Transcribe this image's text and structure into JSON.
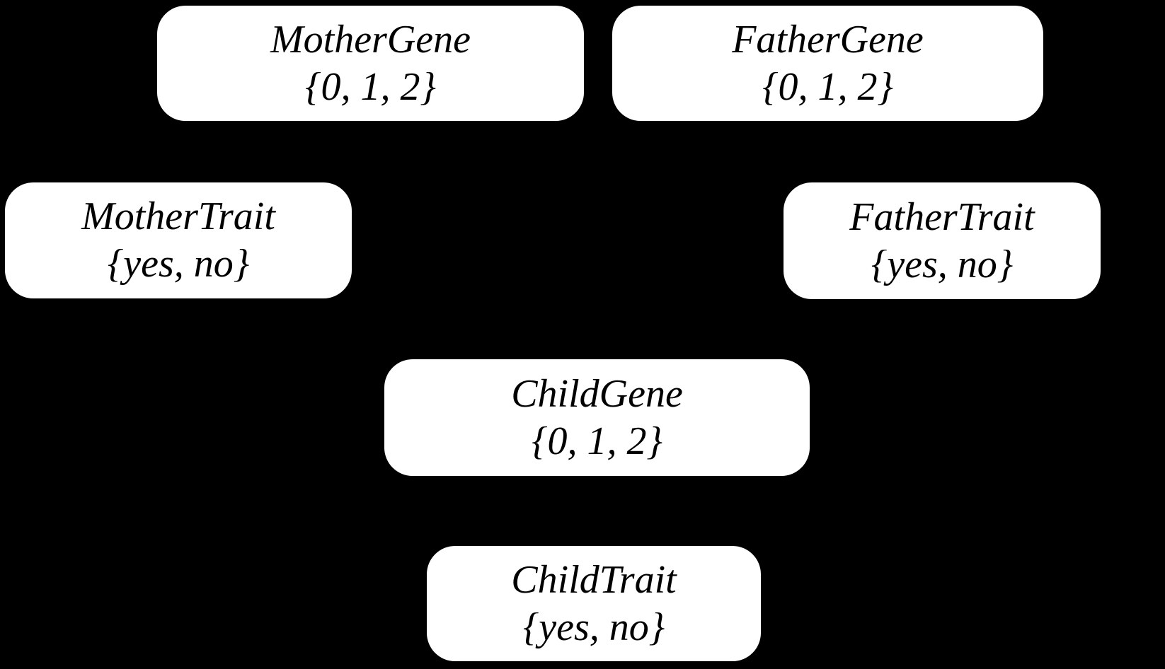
{
  "diagram": {
    "type": "bayesian-network",
    "background_color": "#000000",
    "node_fill_color": "#ffffff",
    "node_text_color": "#000000",
    "nodes": [
      {
        "id": "mother-gene",
        "label": "MotherGene",
        "values": [
          "0",
          "1",
          "2"
        ],
        "values_text": "{0, 1, 2}"
      },
      {
        "id": "father-gene",
        "label": "FatherGene",
        "values": [
          "0",
          "1",
          "2"
        ],
        "values_text": "{0, 1, 2}"
      },
      {
        "id": "mother-trait",
        "label": "MotherTrait",
        "values": [
          "yes",
          "no"
        ],
        "values_text": "{yes, no}"
      },
      {
        "id": "father-trait",
        "label": "FatherTrait",
        "values": [
          "yes",
          "no"
        ],
        "values_text": "{yes, no}"
      },
      {
        "id": "child-gene",
        "label": "ChildGene",
        "values": [
          "0",
          "1",
          "2"
        ],
        "values_text": "{0, 1, 2}"
      },
      {
        "id": "child-trait",
        "label": "ChildTrait",
        "values": [
          "yes",
          "no"
        ],
        "values_text": "{yes, no}"
      }
    ]
  }
}
